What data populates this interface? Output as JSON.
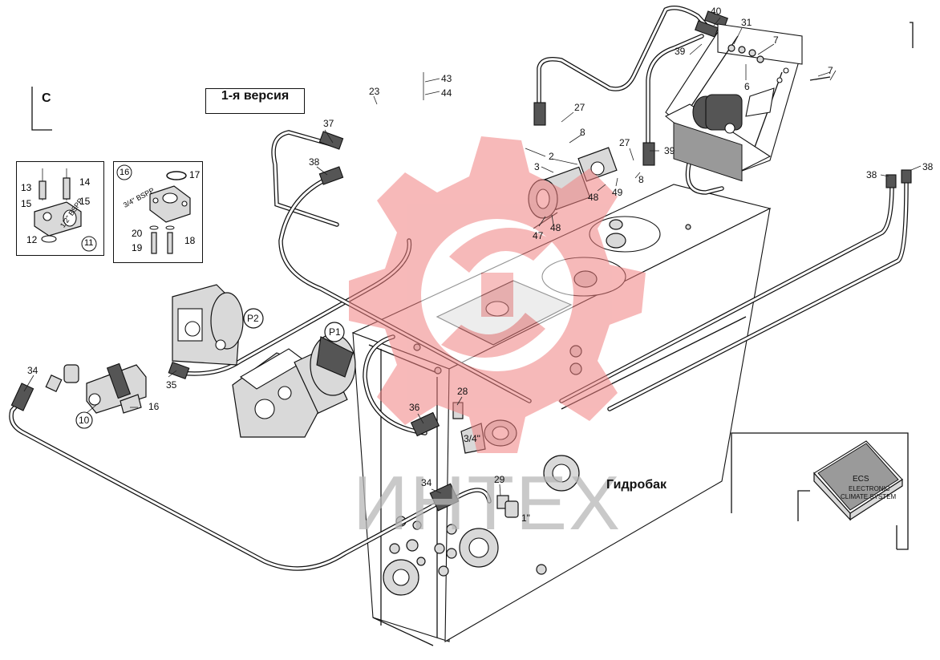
{
  "diagram": {
    "version_label": "1-я версия",
    "corner_letter": "С",
    "tank_label": "Гидробак",
    "pump_labels": [
      "P1",
      "P2"
    ],
    "watermark_text": "ИНТЕХ",
    "watermark_color": "#f08080",
    "part_numbers": {
      "n2": "2",
      "n3": "3",
      "n6": "6",
      "n7a": "7",
      "n7b": "7",
      "n8a": "8",
      "n8b": "8",
      "n10": "10",
      "n11": "11",
      "n12": "12",
      "n13": "13",
      "n14": "14",
      "n15a": "15",
      "n15b": "15",
      "n16a": "16",
      "n16b": "16",
      "n17": "17",
      "n18": "18",
      "n19": "19",
      "n20": "20",
      "n23": "23",
      "n27a": "27",
      "n27b": "27",
      "n28": "28",
      "n29": "29",
      "n31": "31",
      "n34a": "34",
      "n34b": "34",
      "n35": "35",
      "n36": "36",
      "n37": "37",
      "n38a": "38",
      "n38b": "38",
      "n38c": "38",
      "n39a": "39",
      "n39b": "39",
      "n40": "40",
      "n43": "43",
      "n44": "44",
      "n47": "47",
      "n48a": "48",
      "n48b": "48",
      "n49": "49"
    },
    "thread_labels": {
      "bspp_half": "1/2\" BSPP",
      "bspp_three_quarter": "3/4\" BSPP",
      "three_quarter": "3/4\"",
      "one_inch": "1\""
    },
    "ecs_box": {
      "brand": "ECS",
      "line1": "ELECTRONIC",
      "line2": "CLIMATE SYSTEM"
    }
  }
}
